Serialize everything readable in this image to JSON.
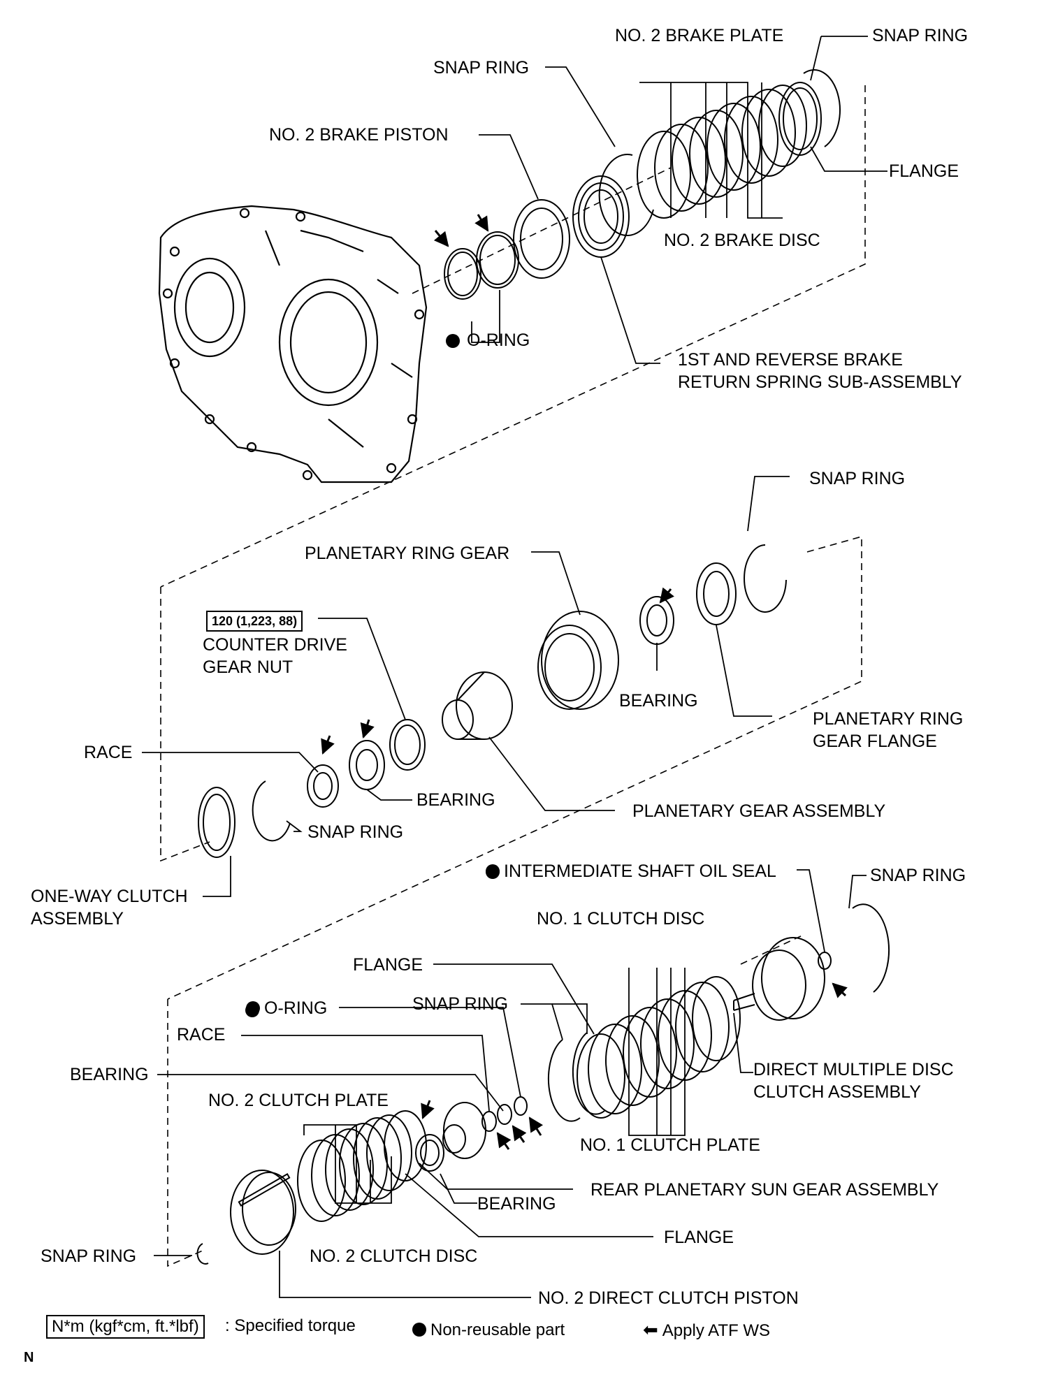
{
  "labels": {
    "no2_brake_plate": "NO. 2 BRAKE PLATE",
    "snap_ring_top_right": "SNAP RING",
    "snap_ring_top": "SNAP RING",
    "no2_brake_piston": "NO. 2 BRAKE PISTON",
    "flange_top": "FLANGE",
    "no2_brake_disc": "NO. 2 BRAKE DISC",
    "o_ring_top": "O-RING",
    "return_spring_line1": "1ST AND REVERSE BRAKE",
    "return_spring_line2": "RETURN SPRING SUB-ASSEMBLY",
    "snap_ring_mid": "SNAP RING",
    "planetary_ring_gear": "PLANETARY RING GEAR",
    "torque_value": "120 (1,223, 88)",
    "counter_drive_line1": "COUNTER DRIVE",
    "counter_drive_line2": "GEAR NUT",
    "bearing_mid_right": "BEARING",
    "planetary_ring_flange_line1": "PLANETARY RING",
    "planetary_ring_flange_line2": "GEAR FLANGE",
    "race_mid": "RACE",
    "bearing_mid": "BEARING",
    "planetary_gear_assembly": "PLANETARY GEAR ASSEMBLY",
    "snap_ring_mid_lower": "SNAP RING",
    "one_way_line1": "ONE-WAY CLUTCH",
    "one_way_line2": "ASSEMBLY",
    "oil_seal": "INTERMEDIATE SHAFT OIL SEAL",
    "snap_ring_low_right": "SNAP RING",
    "no1_clutch_disc": "NO. 1 CLUTCH DISC",
    "flange_low": "FLANGE",
    "o_ring_low": "O-RING",
    "snap_ring_low": "SNAP RING",
    "race_low": "RACE",
    "bearing_low": "BEARING",
    "direct_clutch_line1": "DIRECT MULTIPLE DISC",
    "direct_clutch_line2": "CLUTCH ASSEMBLY",
    "no2_clutch_plate": "NO. 2 CLUTCH PLATE",
    "no1_clutch_plate": "NO. 1 CLUTCH PLATE",
    "rear_sun_gear": "REAR PLANETARY SUN GEAR ASSEMBLY",
    "bearing_bottom": "BEARING",
    "flange_bottom": "FLANGE",
    "snap_ring_bottom": "SNAP RING",
    "no2_clutch_disc": "NO. 2 CLUTCH DISC",
    "no2_direct_piston": "NO. 2 DIRECT CLUTCH PISTON"
  },
  "legend": {
    "torque_unit": "N*m (kgf*cm, ft.*lbf)",
    "torque_text": ": Specified torque",
    "nonreusable_text": "Non-reusable part",
    "atf_text": "Apply ATF WS"
  },
  "corner_mark": "N"
}
